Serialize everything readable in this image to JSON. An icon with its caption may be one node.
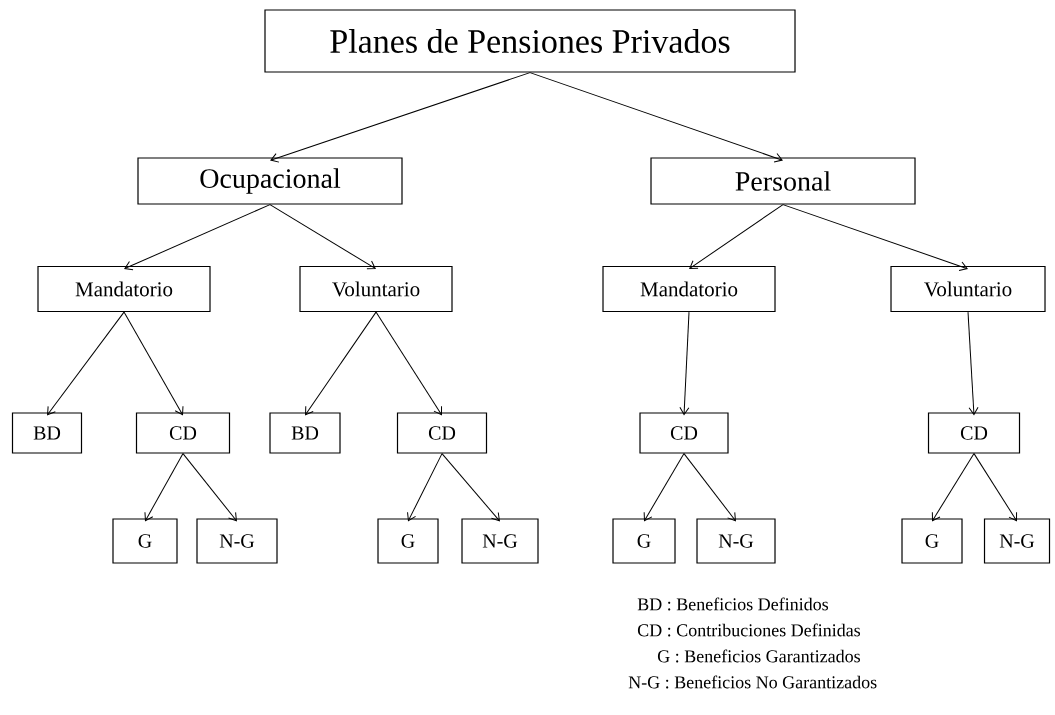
{
  "diagram": {
    "nodes": [
      {
        "text": [
          "Planes de Pensiones Privados"
        ]
      },
      {
        "text": [
          "Ocupacional"
        ]
      },
      {
        "text": [
          "Personal"
        ]
      },
      {
        "text": [
          "Mandatorio"
        ]
      },
      {
        "text": [
          "Voluntario"
        ]
      },
      {
        "text": [
          "Mandatorio"
        ]
      },
      {
        "text": [
          "Voluntario"
        ]
      },
      {
        "text": [
          "BD"
        ]
      },
      {
        "text": [
          "CD"
        ]
      },
      {
        "text": [
          "BD"
        ]
      },
      {
        "text": [
          "CD"
        ]
      },
      {
        "text": [
          "CD"
        ]
      },
      {
        "text": [
          "CD"
        ]
      },
      {
        "text": [
          "G"
        ]
      },
      {
        "text": [
          "N-G"
        ]
      },
      {
        "text": [
          "G"
        ]
      },
      {
        "text": [
          "N-G"
        ]
      },
      {
        "text": [
          "G"
        ]
      },
      {
        "text": [
          "N-G"
        ]
      },
      {
        "text": [
          "G"
        ]
      },
      {
        "text": [
          "N-G"
        ]
      }
    ],
    "edges": [
      {
        "from": 0,
        "to": 1,
        "arrow": "to"
      },
      {
        "from": 0,
        "to": 2,
        "arrow": "to"
      },
      {
        "from": 1,
        "to": 3,
        "arrow": "to"
      },
      {
        "from": 1,
        "to": 4,
        "arrow": "to"
      },
      {
        "from": 2,
        "to": 5,
        "arrow": "to"
      },
      {
        "from": 2,
        "to": 6,
        "arrow": "to"
      },
      {
        "from": 3,
        "to": 7,
        "arrow": "to"
      },
      {
        "from": 3,
        "to": 8,
        "arrow": "to"
      },
      {
        "from": 4,
        "to": 9,
        "arrow": "to"
      },
      {
        "from": 4,
        "to": 10,
        "arrow": "to"
      },
      {
        "from": 5,
        "to": 11,
        "arrow": "to"
      },
      {
        "from": 6,
        "to": 12,
        "arrow": "to"
      },
      {
        "from": 8,
        "to": 13,
        "arrow": "to"
      },
      {
        "from": 8,
        "to": 14,
        "arrow": "to"
      },
      {
        "from": 10,
        "to": 15,
        "arrow": "to"
      },
      {
        "from": 10,
        "to": 16,
        "arrow": "to"
      },
      {
        "from": 11,
        "to": 17,
        "arrow": "to"
      },
      {
        "from": 11,
        "to": 18,
        "arrow": "to"
      },
      {
        "from": 12,
        "to": 19,
        "arrow": "to"
      },
      {
        "from": 12,
        "to": 20,
        "arrow": "to"
      }
    ],
    "labels": [
      "BD : Beneficios Definidos",
      "CD : Contribuciones Definidas",
      "G : Beneficios Garantizados",
      "N-G : Beneficios No Garantizados"
    ]
  }
}
